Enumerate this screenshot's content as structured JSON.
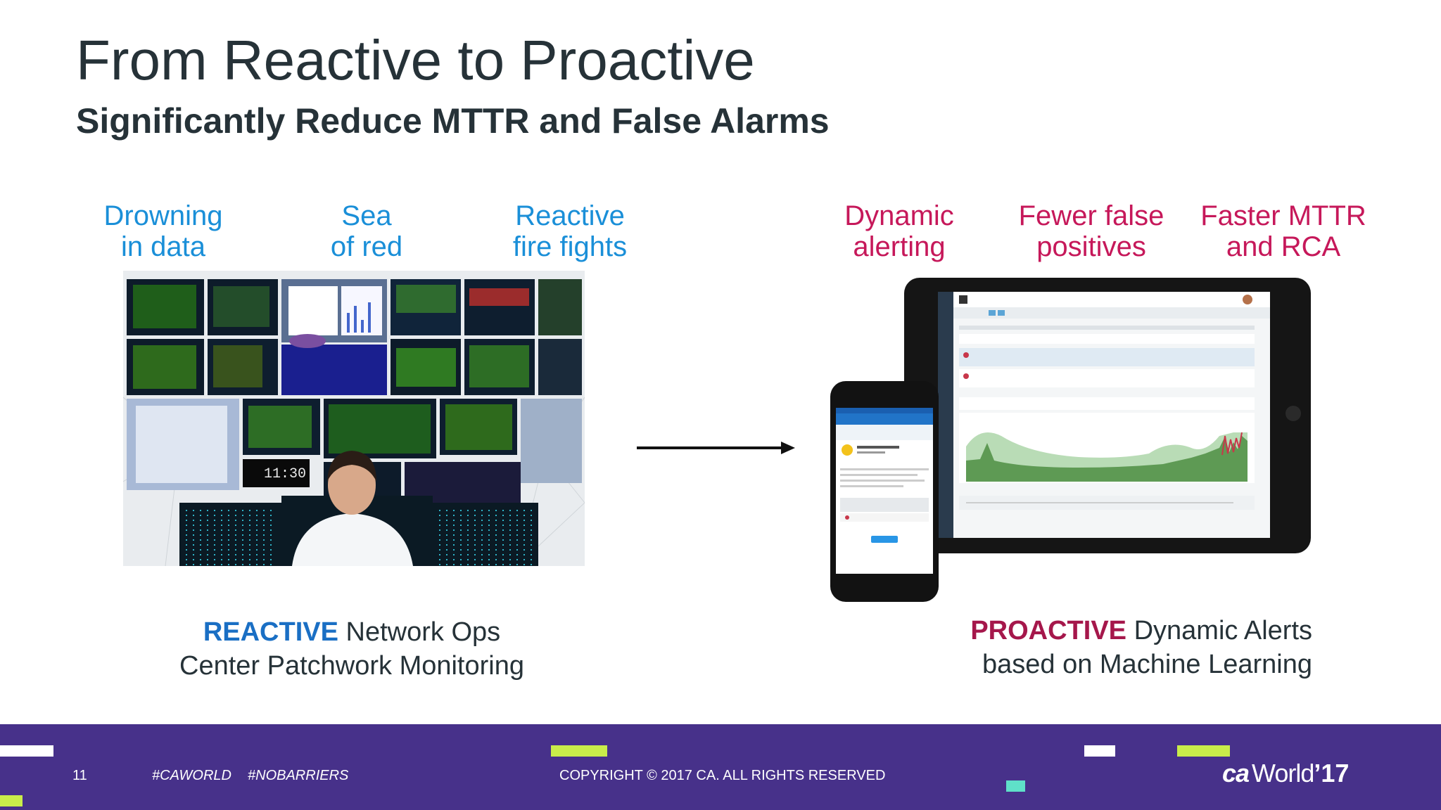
{
  "slide": {
    "title": "From Reactive to Proactive",
    "subtitle": "Significantly Reduce MTTR and False Alarms"
  },
  "reactive": {
    "labels": [
      {
        "line1": "Drowning",
        "line2": "in data"
      },
      {
        "line1": "Sea",
        "line2": "of red"
      },
      {
        "line1": "Reactive",
        "line2": "fire fights"
      }
    ],
    "caption_bold": "REACTIVE",
    "caption_rest": "Network Ops",
    "caption_line2": "Center Patchwork Monitoring",
    "clock": "11:30"
  },
  "proactive": {
    "labels": [
      {
        "line1": "Dynamic",
        "line2": "alerting"
      },
      {
        "line1": "Fewer false",
        "line2": "positives"
      },
      {
        "line1": "Faster MTTR",
        "line2": "and RCA"
      }
    ],
    "caption_bold": "PROACTIVE",
    "caption_rest": "Dynamic Alerts",
    "caption_line2": "based on Machine Learning"
  },
  "footer": {
    "page_number": "11",
    "hashtag1": "#CAWORLD",
    "hashtag2": "#NOBARRIERS",
    "copyright": "COPYRIGHT © 2017 CA. ALL RIGHTS RESERVED",
    "brand_ca": "ca",
    "brand_world": "World",
    "brand_year": "’17"
  },
  "colors": {
    "reactive_label": "#1a8fd8",
    "proactive_label": "#c6185a",
    "footer_bg": "#47318a",
    "accent_lime": "#c9ec4a",
    "accent_teal": "#5fe0c9"
  }
}
